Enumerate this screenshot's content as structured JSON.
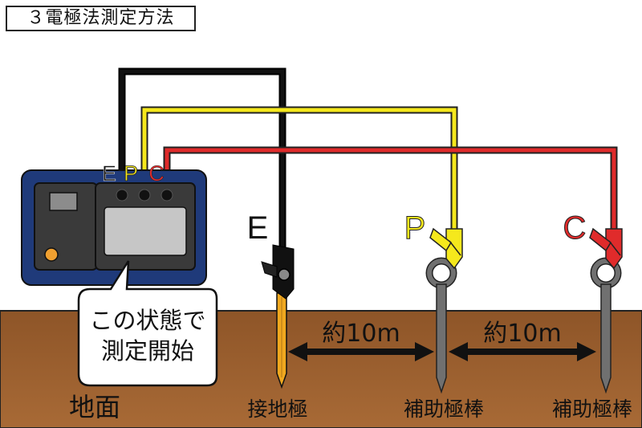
{
  "title": "３電極法測定方法",
  "tester": {
    "terminal_labels": [
      "E",
      "P",
      "C"
    ],
    "speech_bubble": [
      "この状態で",
      "測定開始"
    ]
  },
  "electrodes": [
    {
      "letter": "E",
      "name": "接地極",
      "wire_color": "#111111"
    },
    {
      "letter": "P",
      "name": "補助極棒",
      "wire_color": "#f5e81c"
    },
    {
      "letter": "C",
      "name": "補助極棒",
      "wire_color": "#e02b2b"
    }
  ],
  "distances": [
    "約10m",
    "約10m"
  ],
  "ground_label": "地面",
  "colors": {
    "ground": "#9a5f2f",
    "tester_body": "#1f3a7a",
    "black_wire": "#111111",
    "yellow_wire": "#f5e81c",
    "red_wire": "#e02b2b",
    "rod": "#707070",
    "ground_rod": "#f0a81f"
  }
}
